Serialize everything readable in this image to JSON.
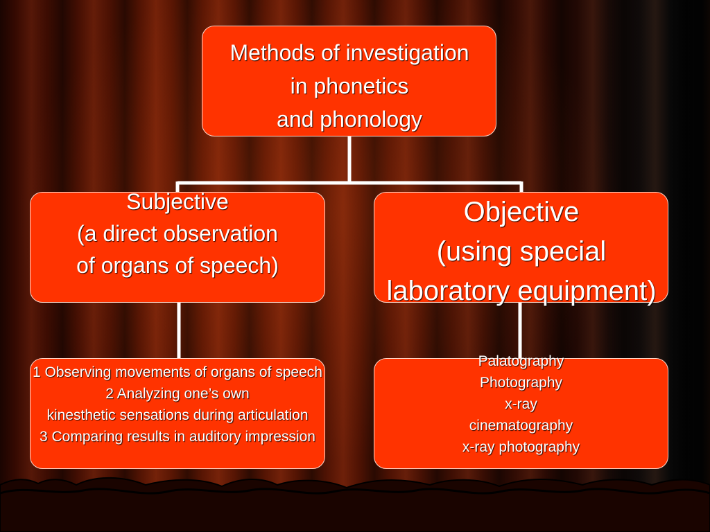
{
  "root": {
    "text": "Methods of investigation\nin phonetics\nand phonology"
  },
  "subjective": {
    "title": "Subjective\n(a direct observation\nof organs of speech)",
    "items": "1 Observing movements of organs of speech\n2 Analyzing one’s own\nkinesthetic sensations during articulation\n3 Comparing results in auditory impression"
  },
  "objective": {
    "title": "Objective\n(using special\nlaboratory equipment)",
    "items": "Palatography\nPhotography\nx-ray\ncinematography\nx-ray photography"
  },
  "colors": {
    "box_fill": "#ff3300",
    "box_border": "#ffd6c8",
    "connector": "#ffffff",
    "curtain": "#6a1a04"
  }
}
